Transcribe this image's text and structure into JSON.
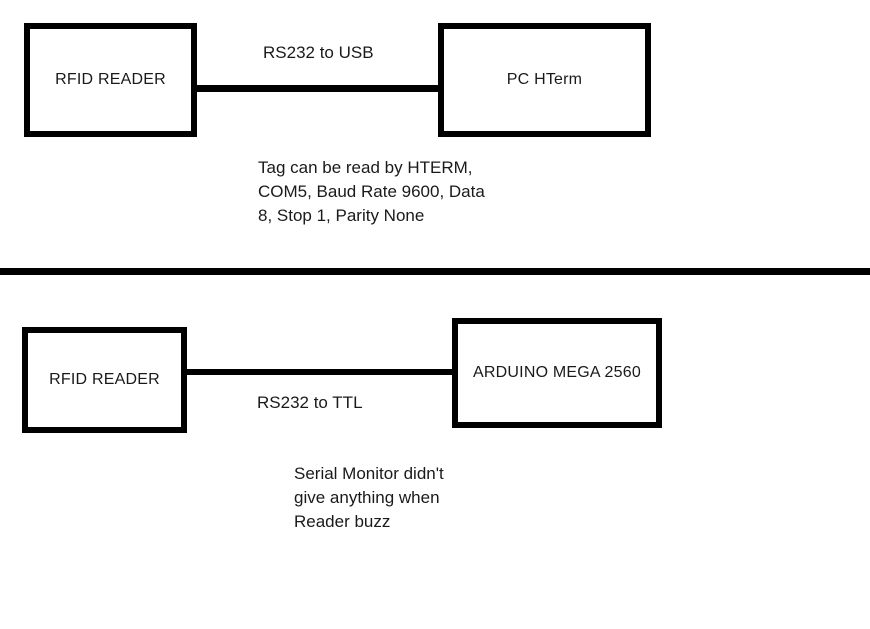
{
  "colors": {
    "ink": "#000000",
    "paper": "#ffffff"
  },
  "top_section": {
    "left_box_label": "RFID READER",
    "right_box_label": "PC HTerm",
    "connection_label": "RS232 to USB",
    "note": "Tag can be read by HTERM,\nCOM5, Baud Rate 9600, Data\n8, Stop 1, Parity None"
  },
  "bottom_section": {
    "left_box_label": "RFID READER",
    "right_box_label": "ARDUINO MEGA 2560",
    "connection_label": "RS232 to TTL",
    "note": "Serial Monitor didn't\ngive anything when\nReader buzz"
  }
}
